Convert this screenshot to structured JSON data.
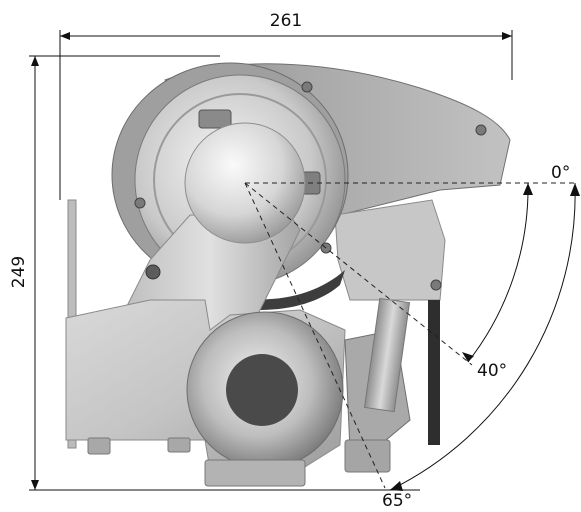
{
  "dimensions": {
    "width_label": "261",
    "height_label": "249"
  },
  "angles": {
    "a0": "0°",
    "a40": "40°",
    "a65": "65°"
  },
  "colors": {
    "metal_light": "#e6e6e6",
    "metal_mid": "#b5b5b5",
    "metal_dark": "#6f6f6f",
    "line": "#111111"
  }
}
